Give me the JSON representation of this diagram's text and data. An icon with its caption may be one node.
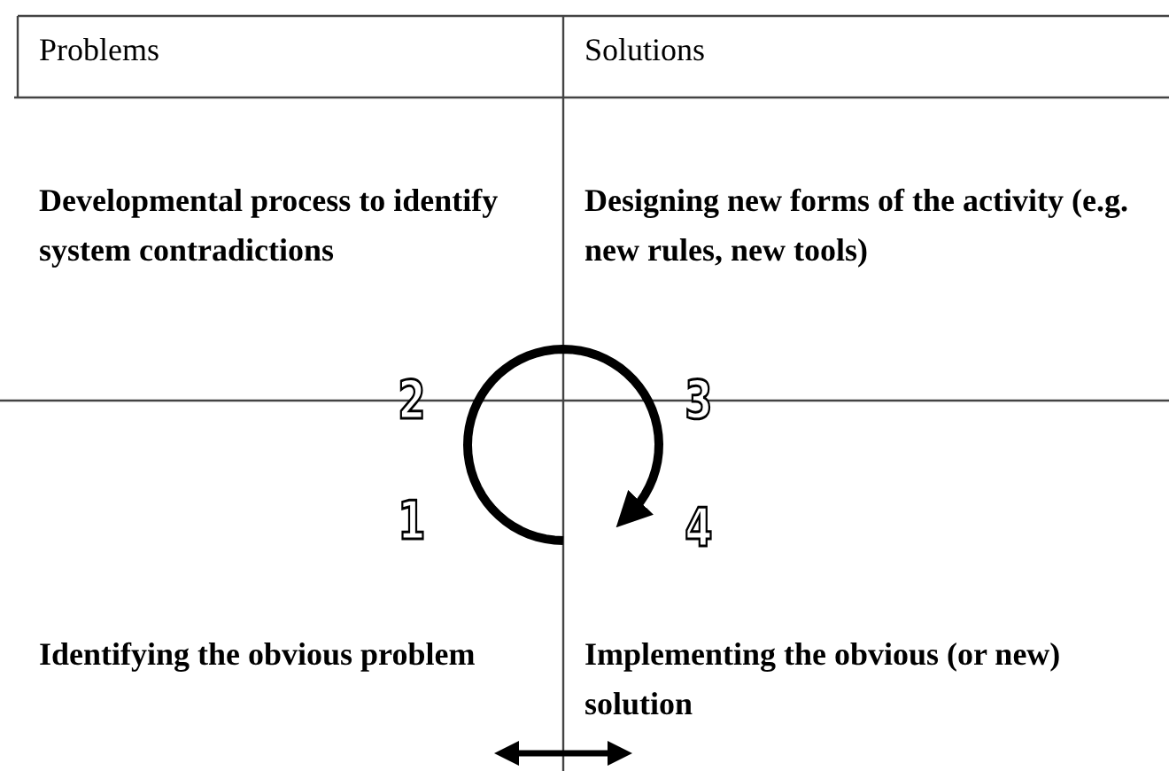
{
  "diagram": {
    "nodes": [
      {
        "text": [
          "Problems"
        ]
      },
      {
        "text": [
          "Solutions"
        ]
      },
      {
        "text": [
          "Developmental process to identify system contradictions"
        ]
      },
      {
        "text": [
          "Designing new forms of the activity (e.g. new rules, new tools)"
        ]
      },
      {
        "text": [
          "Identifying the obvious problem"
        ]
      },
      {
        "text": [
          "Implementing the obvious (or new) solution"
        ]
      }
    ],
    "labels": [
      "2",
      "3",
      "1",
      "4"
    ]
  }
}
